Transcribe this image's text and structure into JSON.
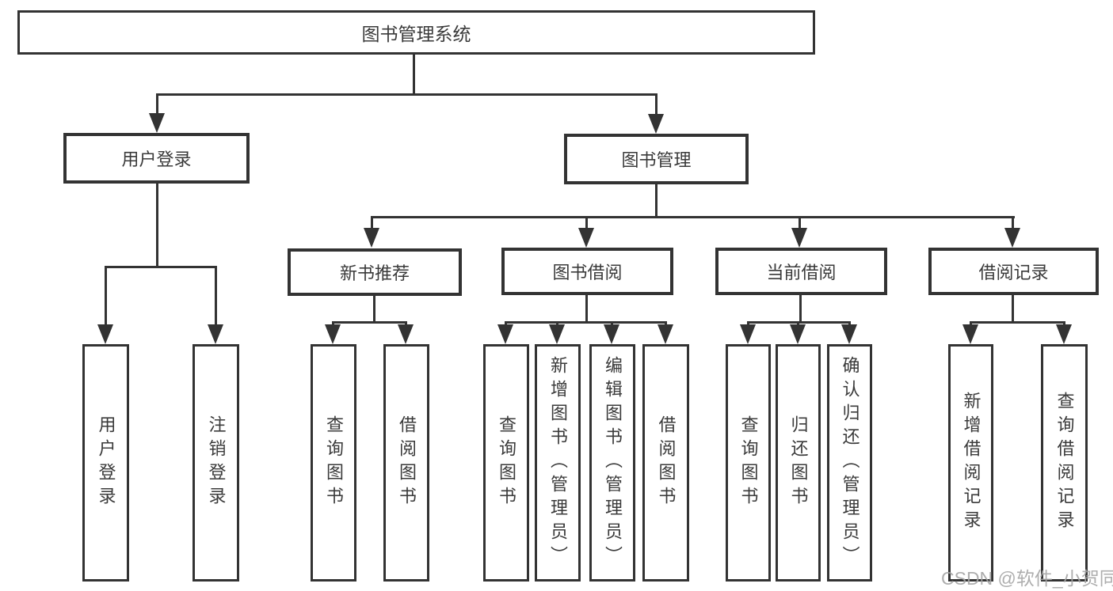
{
  "diagram": {
    "title": "图书管理系统",
    "tree": {
      "label": "图书管理系统",
      "children": [
        {
          "label": "用户登录",
          "children": [
            {
              "label": "用户登录"
            },
            {
              "label": "注销登录"
            }
          ]
        },
        {
          "label": "图书管理",
          "children": [
            {
              "label": "新书推荐",
              "children": [
                {
                  "label": "查询图书"
                },
                {
                  "label": "借阅图书"
                }
              ]
            },
            {
              "label": "图书借阅",
              "children": [
                {
                  "label": "查询图书"
                },
                {
                  "label": "新增图书（管理员）"
                },
                {
                  "label": "编辑图书（管理员）"
                },
                {
                  "label": "借阅图书"
                }
              ]
            },
            {
              "label": "当前借阅",
              "children": [
                {
                  "label": "查询图书"
                },
                {
                  "label": "归还图书"
                },
                {
                  "label": "确认归还（管理员）"
                }
              ]
            },
            {
              "label": "借阅记录",
              "children": [
                {
                  "label": "新增借阅记录"
                },
                {
                  "label": "查询借阅记录"
                }
              ]
            }
          ]
        }
      ]
    },
    "colors": {
      "line": "#333333",
      "box_border": "#333333",
      "box_fill": "#ffffff",
      "text": "#3a3a3a",
      "watermark": "#a5a5a5"
    }
  },
  "watermark": {
    "text": "CSDN @软件_小贺同学"
  }
}
